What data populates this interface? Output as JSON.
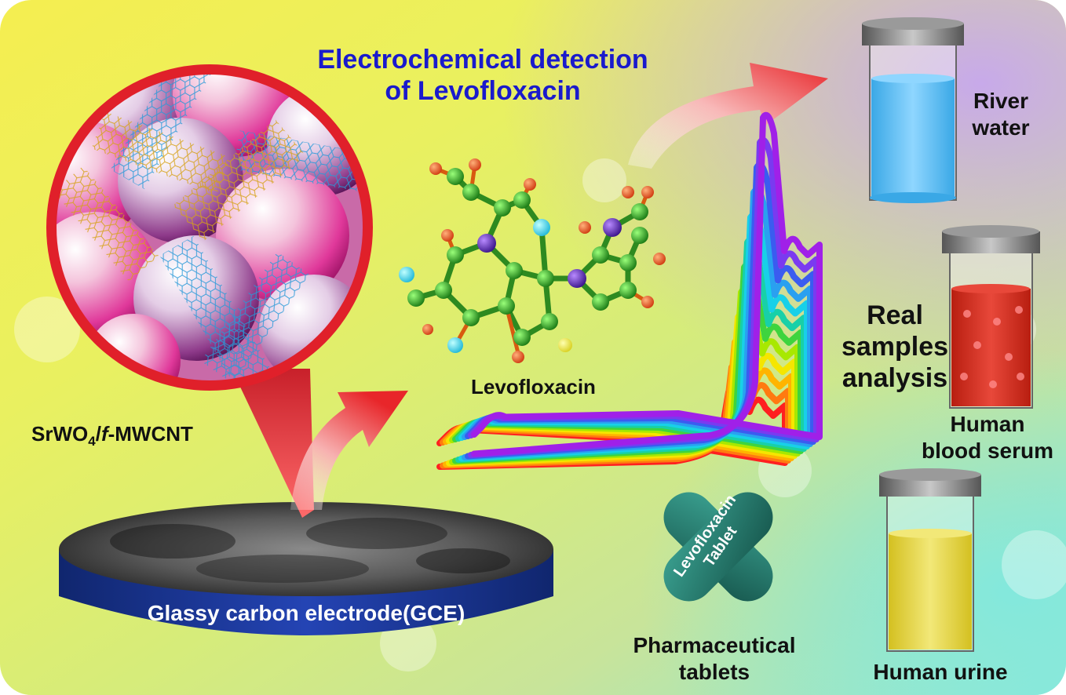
{
  "title_lines": [
    "Electrochemical detection",
    "of Levofloxacin"
  ],
  "composite_label": {
    "main": "SrWO",
    "subscript": "4",
    "slash": "/",
    "italic": "f",
    "rest": "-MWCNT"
  },
  "molecule_label": "Levofloxacin",
  "electrode_label": "Glassy carbon electrode(GCE)",
  "real_samples_lines": [
    "Real",
    "samples",
    "analysis"
  ],
  "samples": {
    "river_water": [
      "River",
      "water"
    ],
    "blood_serum": [
      "Human",
      "blood serum"
    ],
    "urine": "Human urine",
    "pharma": [
      "Pharmaceutical",
      "tablets"
    ]
  },
  "tablet_lines": [
    "Levofloxacin",
    "Tablet"
  ],
  "colors": {
    "title": "#1a1acc",
    "electrode_side": "#1f3a9c",
    "bubble_border": "#e0202a",
    "arrow": "#e8262a",
    "river": "#4db8ee",
    "serum": "#d42a1a",
    "urine": "#e6d23a",
    "tablet": "#2a8a7a"
  },
  "curve_colors": [
    "#ff2020",
    "#ff7a10",
    "#ffb400",
    "#f5e600",
    "#a8e800",
    "#3ed43e",
    "#18d0a8",
    "#18d0e8",
    "#2aa0f0",
    "#3a5cf0",
    "#7a3af0",
    "#a020e8"
  ]
}
